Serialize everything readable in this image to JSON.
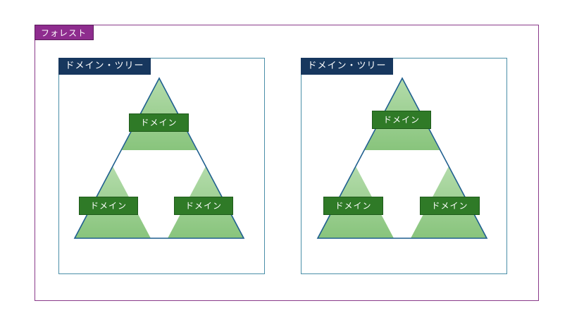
{
  "forest": {
    "label": "フォレスト"
  },
  "trees": [
    {
      "label": "ドメイン・ツリー",
      "domains": [
        "ドメイン",
        "ドメイン",
        "ドメイン"
      ]
    },
    {
      "label": "ドメイン・ツリー",
      "domains": [
        "ドメイン",
        "ドメイン",
        "ドメイン"
      ]
    }
  ],
  "colors": {
    "forest_border": "#8a3a8a",
    "forest_label_bg": "#8e2c8e",
    "tree_border": "#4a8fa8",
    "tree_label_bg": "#17375e",
    "triangle_outline": "#1f5f8f",
    "triangle_fill_light": "#a8d5a0",
    "triangle_fill_mid": "#8cc882",
    "domain_bg": "#2f7a27"
  }
}
